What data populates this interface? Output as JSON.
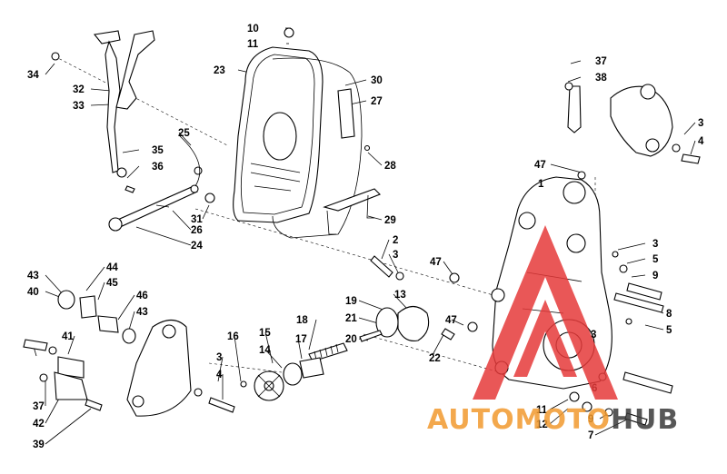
{
  "callouts": [
    "10",
    "11",
    "23",
    "30",
    "27",
    "28",
    "29",
    "34",
    "32",
    "33",
    "25",
    "35",
    "36",
    "31",
    "26",
    "24",
    "37",
    "38",
    "3",
    "4",
    "47",
    "1",
    "2",
    "3",
    "47",
    "13",
    "19",
    "21",
    "20",
    "18",
    "22",
    "47",
    "3",
    "5",
    "9",
    "8",
    "5",
    "3",
    "6",
    "11",
    "12",
    "9",
    "7",
    "43",
    "40",
    "44",
    "45",
    "46",
    "43",
    "41",
    "16",
    "15",
    "14",
    "17",
    "3",
    "4",
    "37",
    "42",
    "39"
  ],
  "watermark": {
    "text_orange": "AUTOMOTO",
    "text_dark": "HUB",
    "color_orange": "#f29a2e",
    "color_dark": "#3a3a3a",
    "color_red": "#e63a3a"
  }
}
